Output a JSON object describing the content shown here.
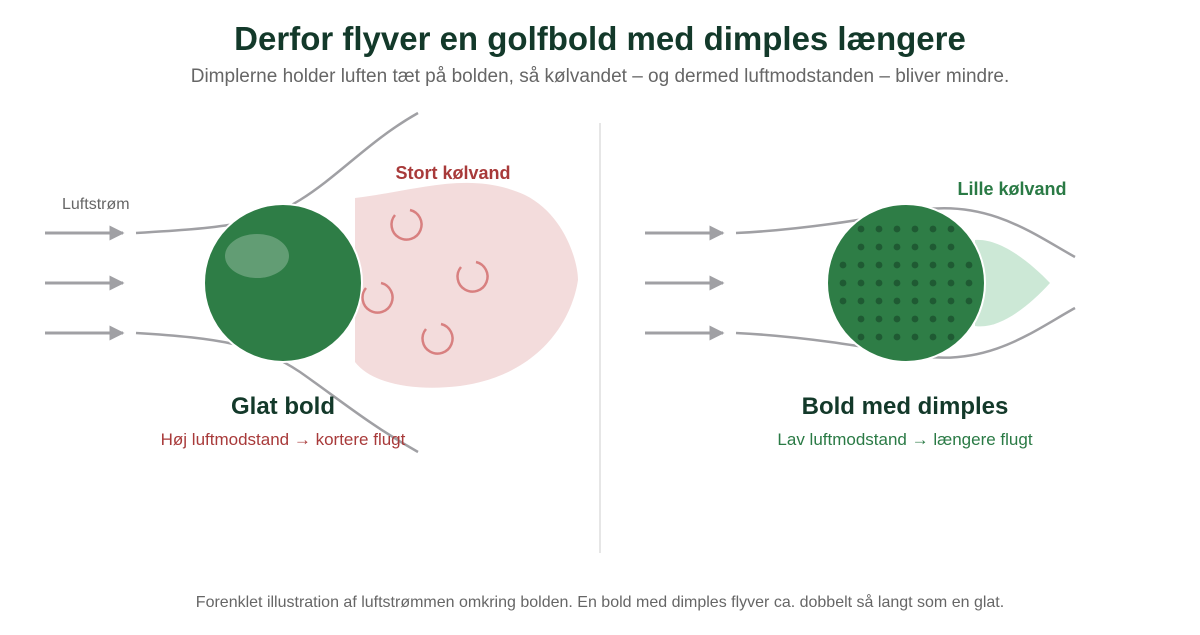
{
  "header": {
    "title": "Derfor flyver en golfbold med dimples længere",
    "subtitle": "Dimplerne holder luften tæt på bolden, så kølvandet – og dermed luftmodstanden – bliver mindre."
  },
  "left_panel": {
    "airflow_label": "Luftstrøm",
    "wake_label": "Stort kølvand",
    "ball_title": "Glat bold",
    "result_text": "Høj luftmodstand → kortere flugt"
  },
  "right_panel": {
    "wake_label": "Lille kølvand",
    "ball_title": "Bold med dimples",
    "result_text": "Lav luftmodstand → længere flugt"
  },
  "footer": {
    "caption": "Forenklet illustration af luftstrømmen omkring bolden. En bold med dimples flyver ca. dobbelt så langt som en glat."
  },
  "colors": {
    "ball_green": "#2e7d46",
    "title_dark": "#13392a",
    "wake_red_fill": "#f3dcdc",
    "eddy_red": "#d88080",
    "label_red": "#a83a3a",
    "wake_green_fill": "#cce8d6",
    "label_green": "#2a7a45",
    "flow_gray": "#a0a0a4",
    "text_gray": "#666666"
  }
}
